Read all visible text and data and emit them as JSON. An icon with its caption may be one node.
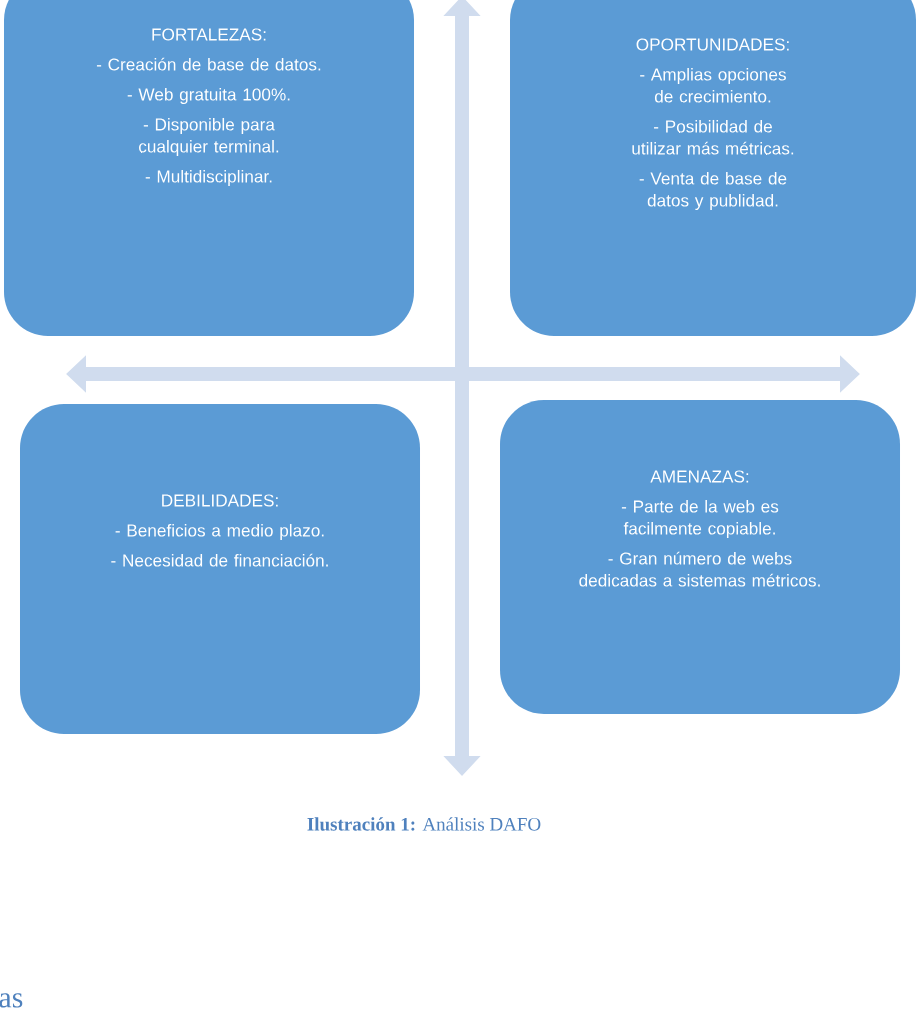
{
  "diagram": {
    "caption": "**Ilustración 1:** Análisis DAFO",
    "nodes": [
      {
        "text": [
          "FORTALEZAS:",
          "- Creación de base de datos.",
          "- Web gratuita 100%.",
          "- Disponible para cualquier terminal.",
          "- Multidisciplinar."
        ]
      },
      {
        "text": [
          "OPORTUNIDADES:",
          "- Amplias opciones de crecimiento.",
          "- Posibilidad de utilizar más métricas.",
          "- Venta de base de datos y publidad."
        ]
      },
      {
        "text": [
          "DEBILIDADES:",
          "- Beneficios a medio plazo.",
          "- Necesidad de financiación."
        ]
      },
      {
        "text": [
          "AMENAZAS:",
          "- Parte de la web es facilmente copiable.",
          "- Gran número de webs dedicadas a sistemas métricos."
        ]
      }
    ],
    "labels": [
      "as"
    ]
  }
}
